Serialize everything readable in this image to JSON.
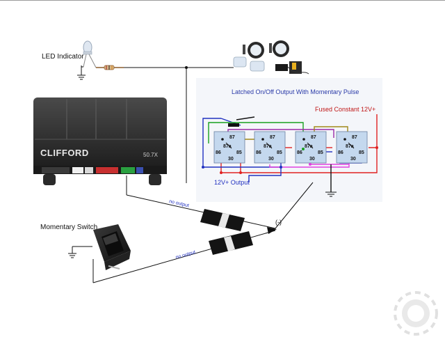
{
  "labels": {
    "led_indicator": "LED Indicator",
    "momentary_switch": "Momentary Switch",
    "latched_title": "Latched On/Off Output With Momentary Pulse",
    "fused_constant": "Fused Constant 12V+",
    "output_12v": "12V+ Output",
    "no_output_top": "no output",
    "no_output_bottom": "no output",
    "negative": "(-)"
  },
  "module": {
    "brand": "CLIFFORD",
    "model": "50.7X"
  },
  "relays": [
    {
      "pins": {
        "p87": "87",
        "p87a": "87a",
        "p86": "86",
        "p85": "85",
        "p30": "30"
      }
    },
    {
      "pins": {
        "p87": "87",
        "p87a": "87a",
        "p86": "86",
        "p85": "85",
        "p30": "30"
      }
    },
    {
      "pins": {
        "p87": "87",
        "p87a": "87a",
        "p86": "86",
        "p85": "85",
        "p30": "30"
      }
    },
    {
      "pins": {
        "p87": "87",
        "p87a": "87a",
        "p86": "86",
        "p85": "85",
        "p30": "30"
      }
    }
  ],
  "colors": {
    "red": "#e02020",
    "blue": "#2030c0",
    "green": "#18a020",
    "purple": "#9a28a8",
    "magenta": "#e040e0",
    "olive": "#a08818",
    "relay_fill": "#c4d8ee",
    "title_blue": "#2a3aa8"
  }
}
